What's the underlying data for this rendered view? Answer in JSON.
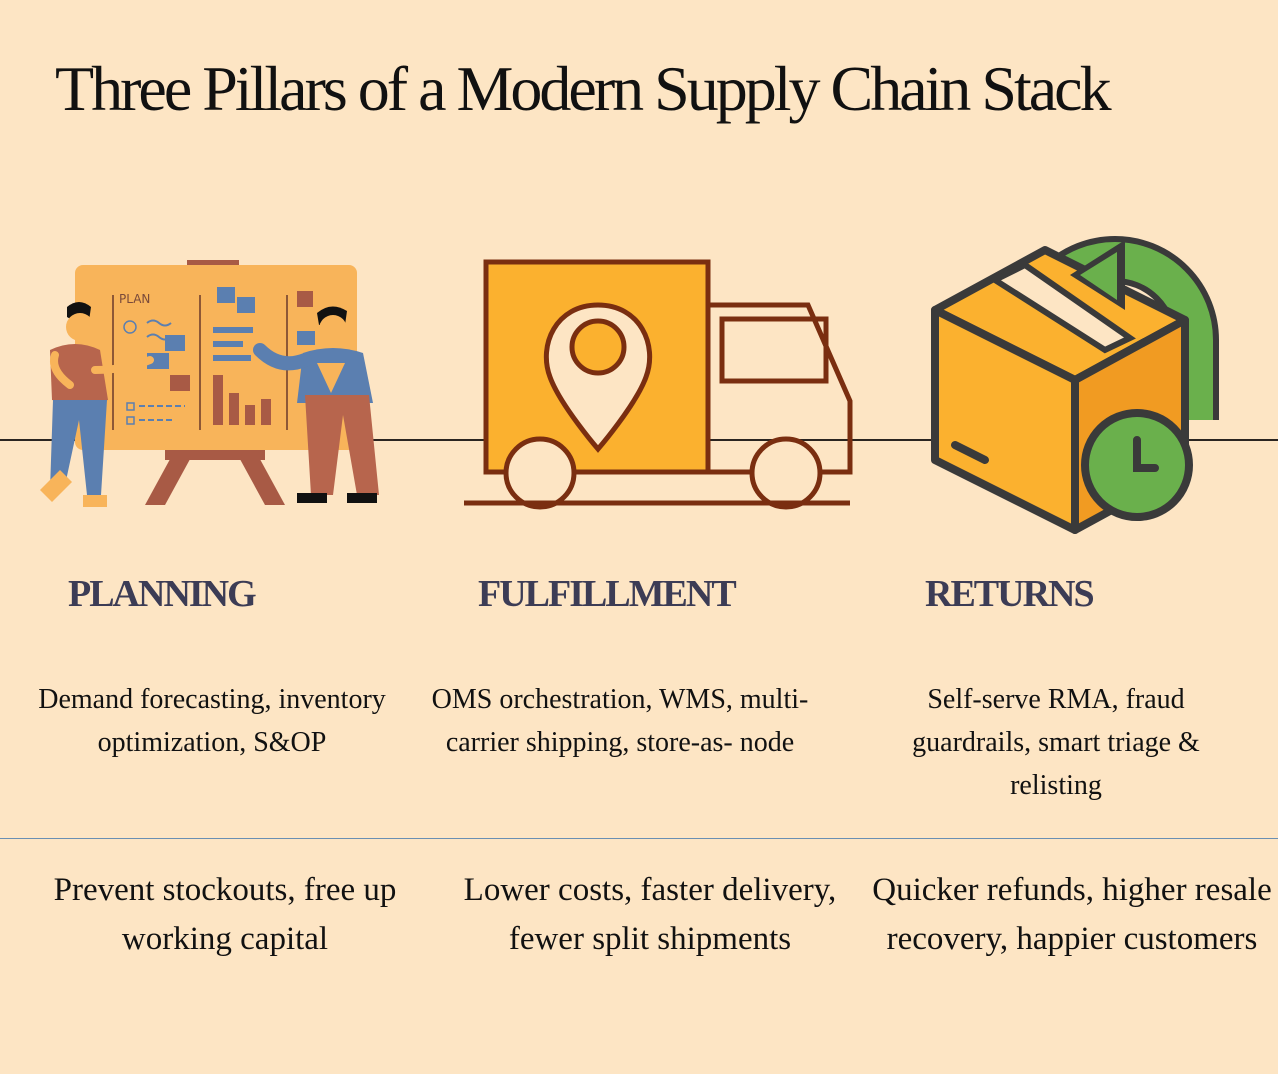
{
  "title": "Three Pillars of a Modern Supply Chain Stack",
  "colors": {
    "background": "#fde5c4",
    "accent_orange": "#fbb12f",
    "outline_brown": "#7a2e10",
    "pillar_heading": "#3c3c55",
    "divider_blue": "#6a8fb3",
    "returns_green": "#6ab04c"
  },
  "pillars": [
    {
      "heading": "PLANNING",
      "icon": "team-planning-board-icon",
      "board_label": "PLAN",
      "description": "Demand forecasting, inventory optimization, S&OP",
      "outcome": "Prevent stockouts, free up working capital"
    },
    {
      "heading": "FULFILLMENT",
      "icon": "delivery-truck-location-pin-icon",
      "description": "OMS orchestration, WMS, multi-carrier shipping, store-as- node",
      "outcome": "Lower costs, faster delivery, fewer split shipments"
    },
    {
      "heading": "RETURNS",
      "icon": "return-box-clock-icon",
      "description": "Self-serve RMA, fraud guardrails, smart triage & relisting",
      "outcome": "Quicker refunds, higher resale recovery, happier customers"
    }
  ]
}
